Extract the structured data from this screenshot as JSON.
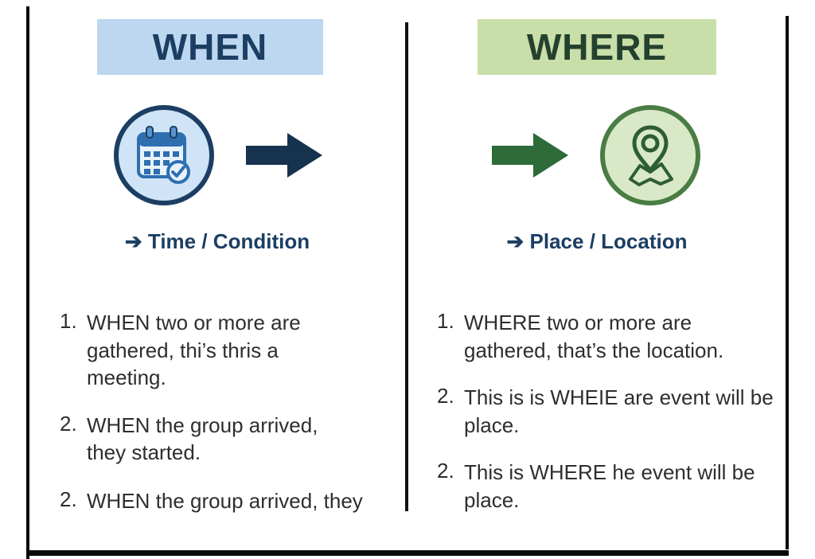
{
  "columns": [
    {
      "title": "WHEN",
      "subtitle": "➔ Time / Condition",
      "items": [
        {
          "num": "1.",
          "text": "WHEN two or more are\ngathered, thi’s thris a\nmeeting."
        },
        {
          "num": "2.",
          "text": "WHEN the group arrived,\nthey started."
        },
        {
          "num": "2.",
          "text": "WHEN the group arrived, they"
        }
      ]
    },
    {
      "title": "WHERE",
      "subtitle": "➔ Place / Location",
      "items": [
        {
          "num": "1.",
          "text": "WHERE two or more are\ngathered, that’s the location."
        },
        {
          "num": "2.",
          "text": "This is is WHEIE are event will be\nplace."
        },
        {
          "num": "2.",
          "text": "This is WHERE he event will be\nplace."
        }
      ]
    }
  ],
  "icons": {
    "left_icon": "calendar-icon",
    "left_arrow": "right-arrow-navy",
    "right_arrow": "right-arrow-green",
    "right_icon": "location-pin-icon"
  },
  "colors": {
    "when_header_bg": "#bcd7ef",
    "when_title_text": "#1c3e63",
    "navy_arrow": "#16324f",
    "calendar_blue": "#2e6fb0",
    "calendar_circle_bg": "#cfe4f6",
    "where_header_bg": "#c9dfa9",
    "where_title_text": "#24402e",
    "green_arrow": "#2d6b39",
    "pin_green": "#2f5d33",
    "pin_circle_bg": "#d9e9c8",
    "subtitle_text": "#1c3e63",
    "body_text": "#2e2e2e",
    "frame": "#0a0a0a"
  }
}
